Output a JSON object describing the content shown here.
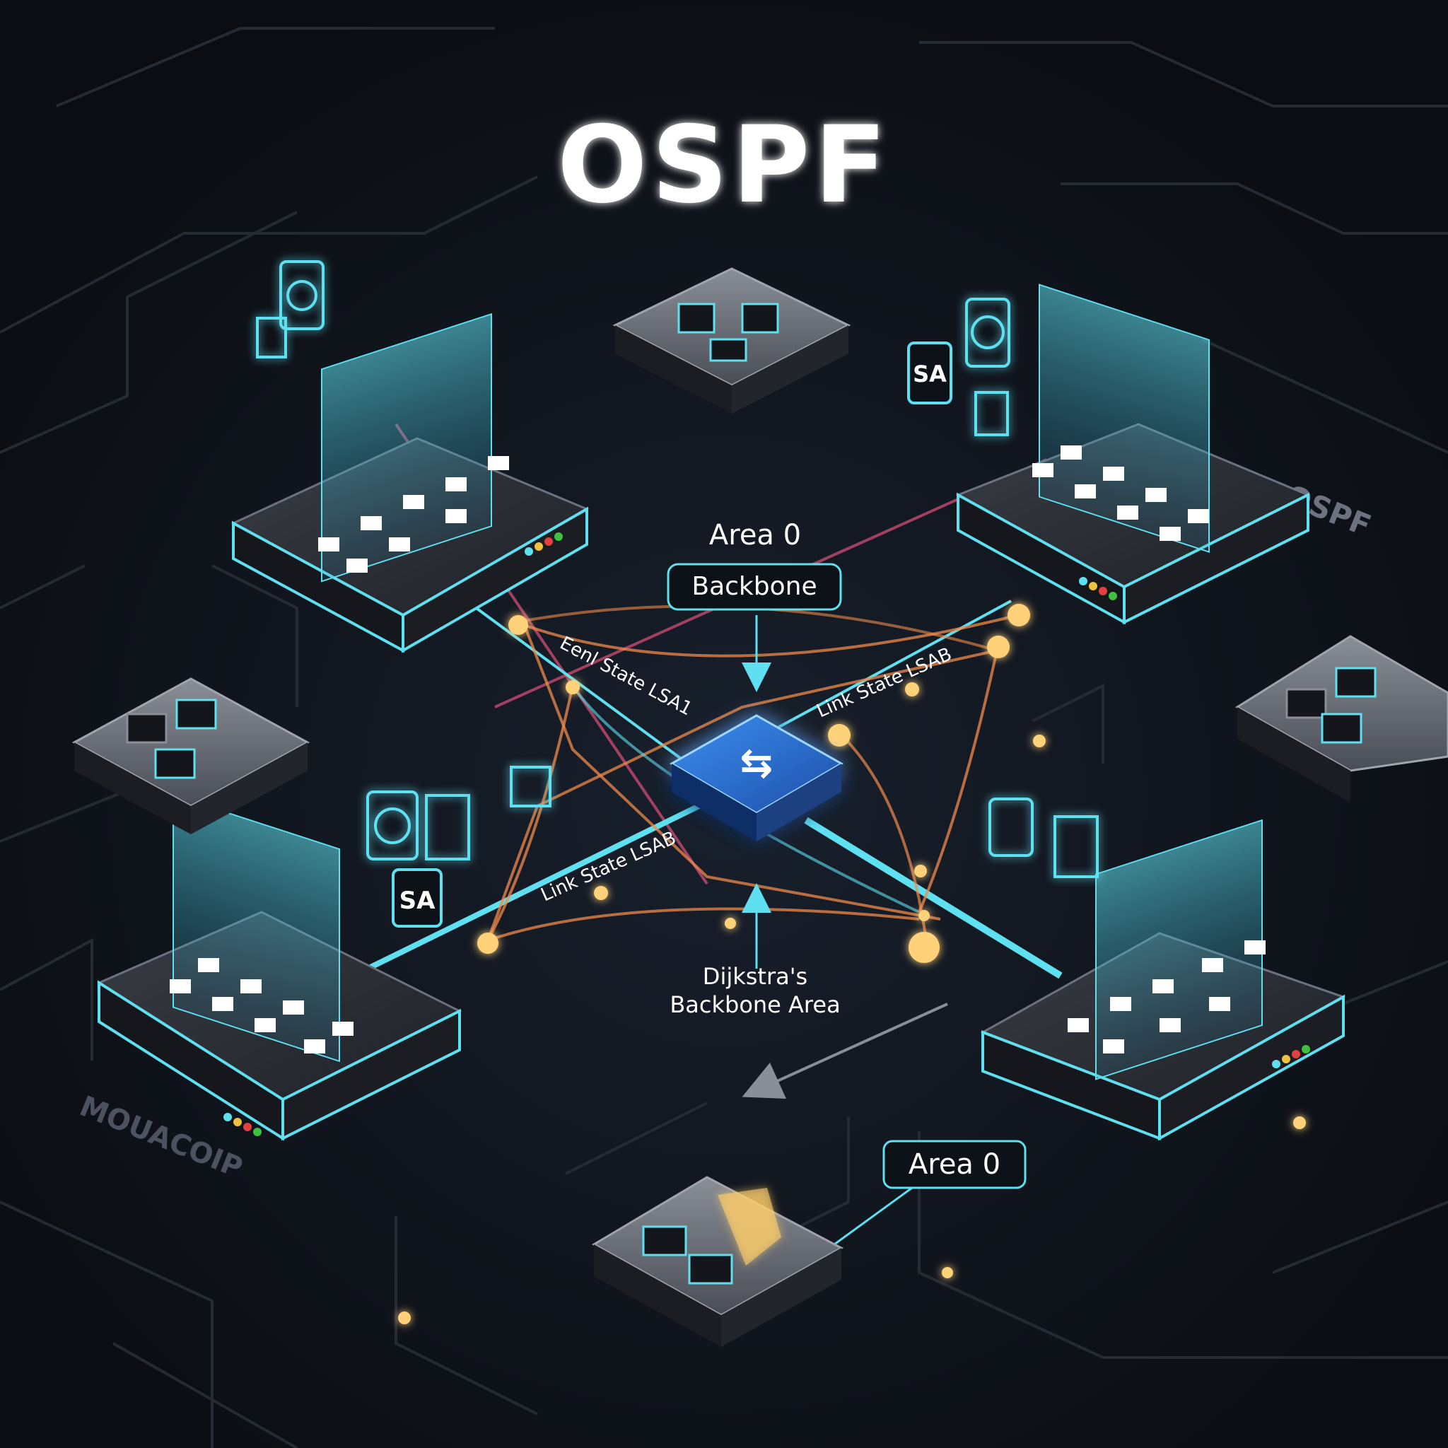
{
  "title": "OSPF",
  "labels": {
    "area_top": "Area 0",
    "backbone": "Backbone",
    "lsa_upper_left": "Eenl State LSA1",
    "lsa_upper_right": "Link State LSAB",
    "lsa_lower_left": "Link State LSAB",
    "dijkstra_line1": "Dijkstra's",
    "dijkstra_line2": "Backbone Area",
    "area_bottom": "Area 0",
    "side_right": "OSPF",
    "side_left": "MOUACOIP",
    "sa_badge": "SA"
  },
  "colors": {
    "background": "#0d0f14",
    "grid": "#262a33",
    "cyan": "#5fe0f0",
    "orange": "#f08a4b",
    "pink": "#e0507a",
    "node": "#ffd27a",
    "hub": "#2a6fd0"
  },
  "icons": [
    "router-icon",
    "hub-router-icon",
    "switch-icon",
    "sa-icon",
    "lsa-packet-icon"
  ]
}
